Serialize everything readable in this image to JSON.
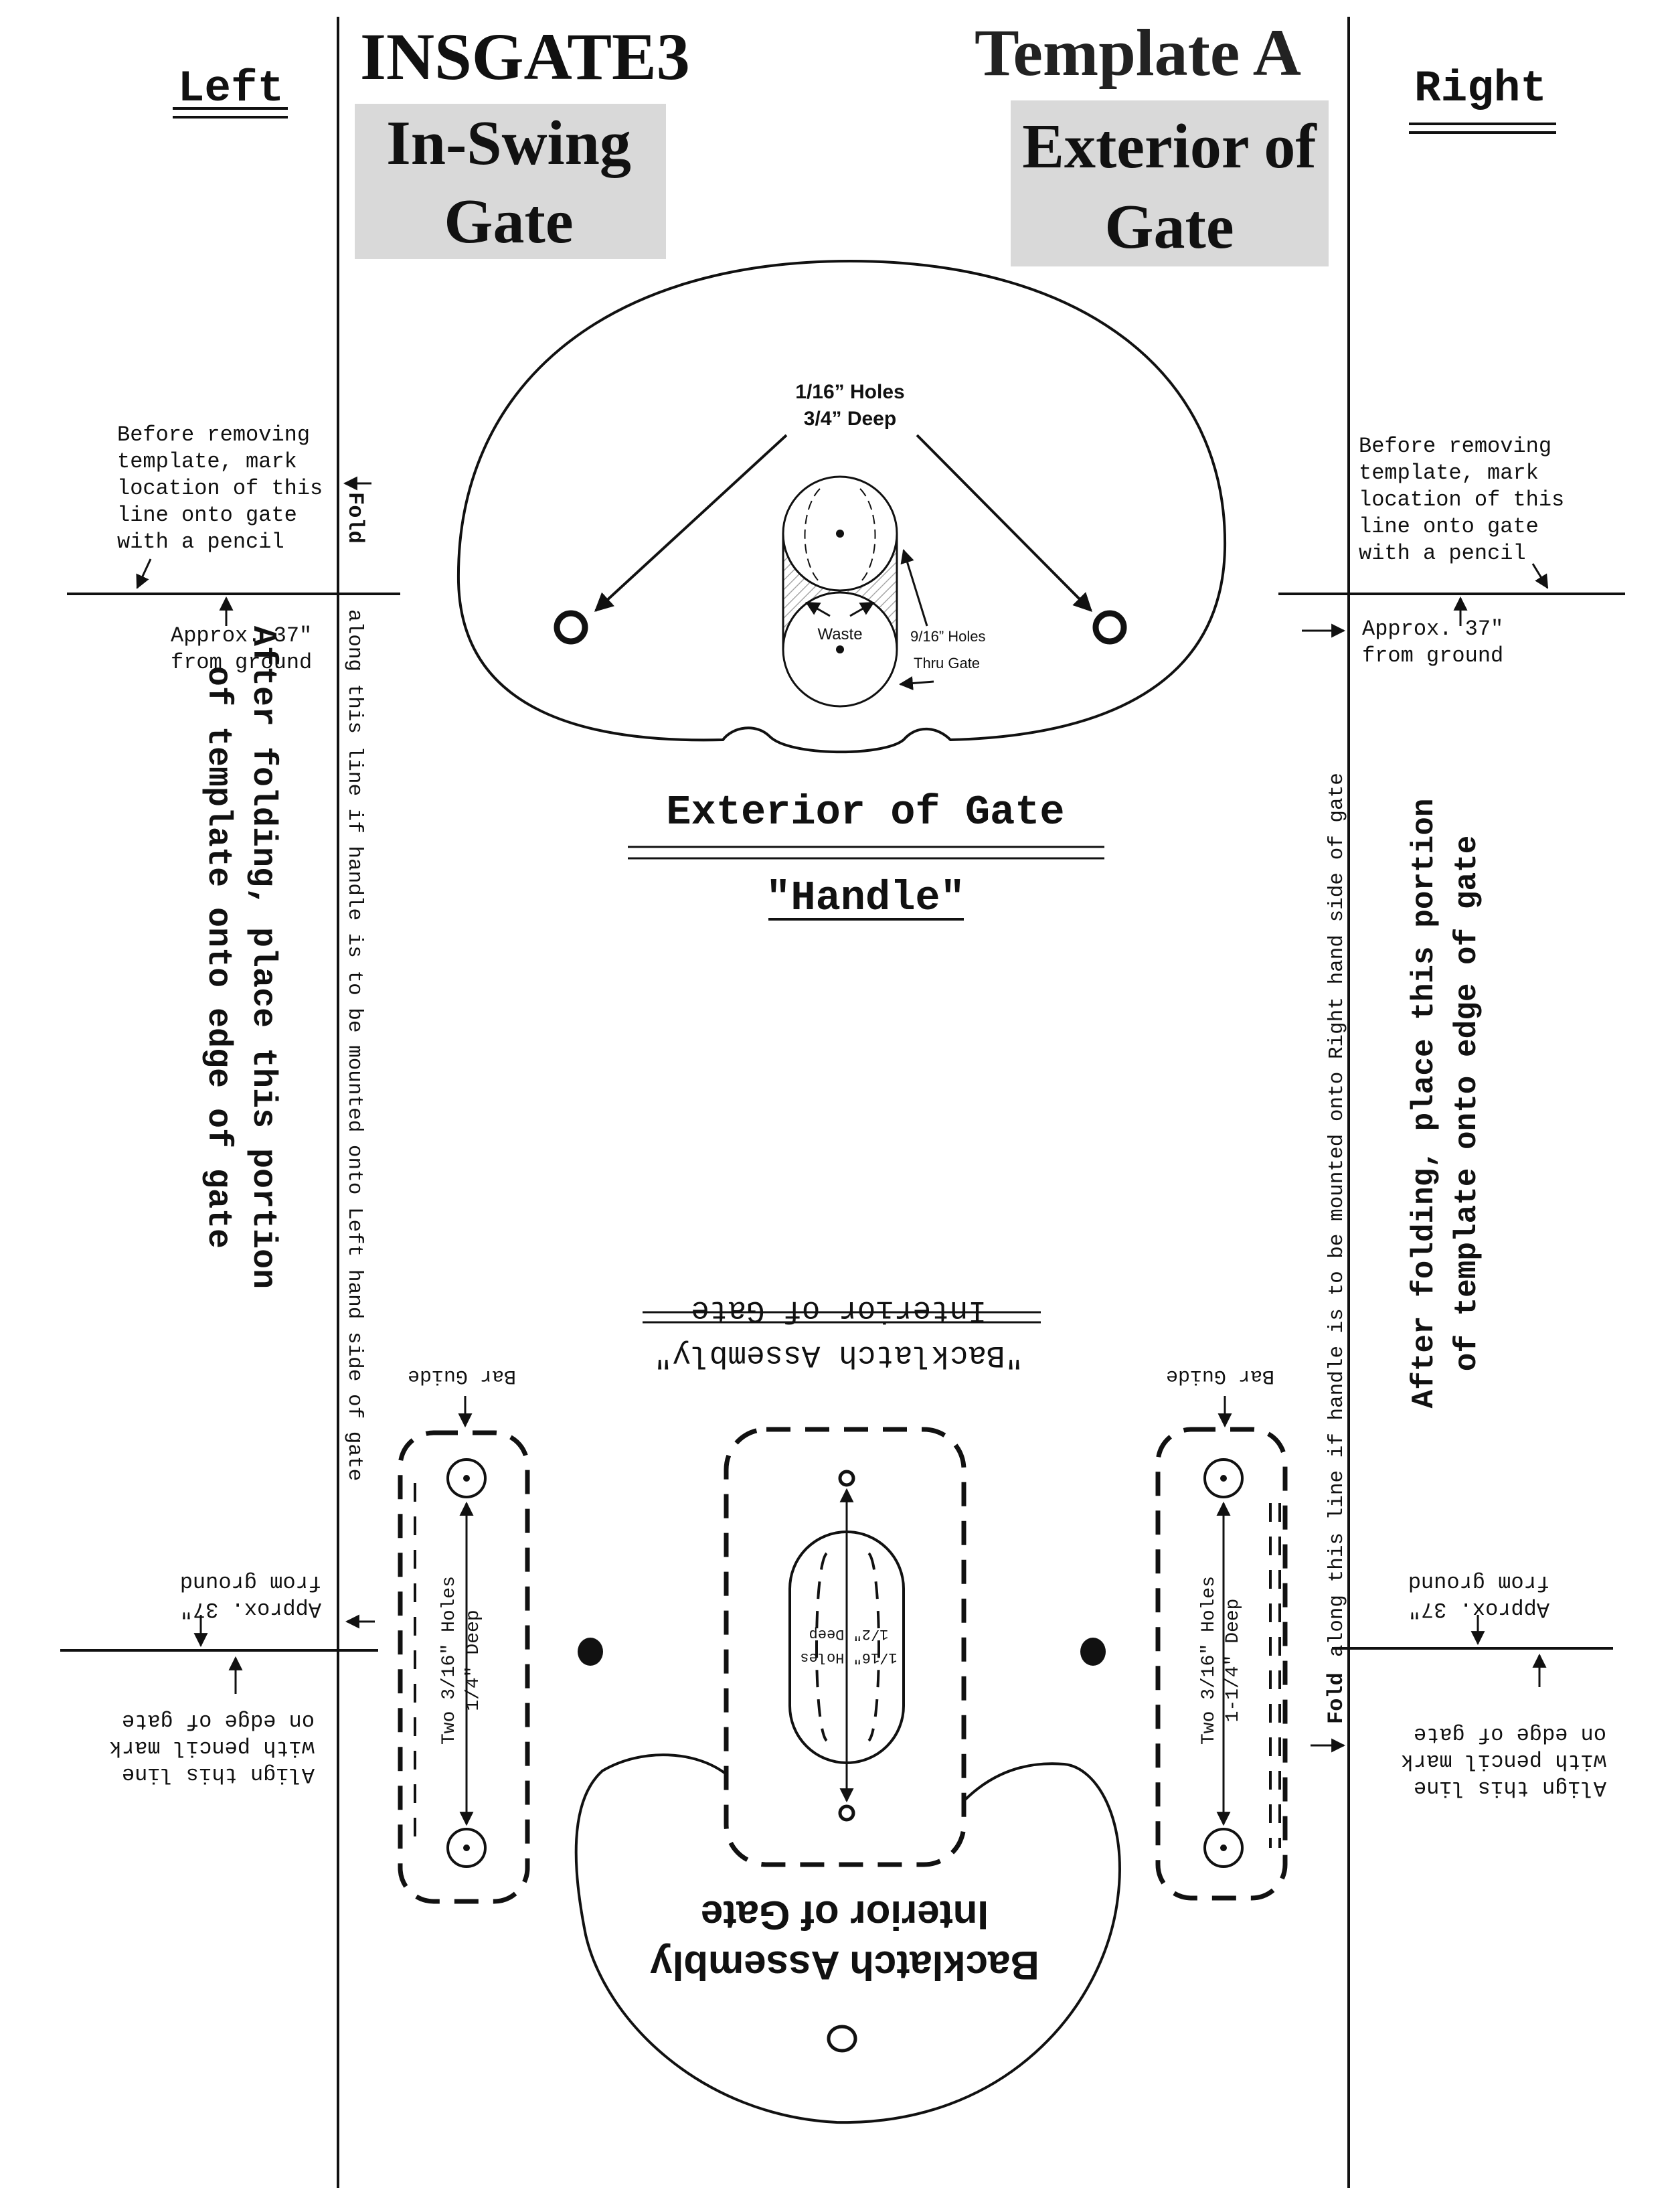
{
  "header": {
    "left_label": "Left",
    "right_label": "Right",
    "model": "INSGATE3",
    "template": "Template A",
    "inswing_line1": "In-Swing",
    "inswing_line2": "Gate",
    "exterior_line1": "Exterior of",
    "exterior_line2": "Gate"
  },
  "colors": {
    "ink": "#111111",
    "label_box": "#d9d9d9",
    "hatch": "#6e6e6e"
  },
  "left_panel": {
    "mark_note": [
      "Before removing",
      "template, mark",
      "location of this",
      "line onto gate",
      "with a pencil"
    ],
    "approx": [
      "Approx. 37\"",
      "from ground"
    ],
    "place_portion": [
      "After folding, place this portion",
      "of template onto edge of gate"
    ],
    "approx_inverted": [
      "Approx. 37\"",
      "from ground"
    ],
    "align_inverted": [
      "Align this line",
      "with pencil mark",
      "on edge of gate"
    ],
    "fold_word": "Fold",
    "fold_text": "along this line if handle is to be mounted onto Left hand side of gate"
  },
  "right_panel": {
    "mark_note": [
      "Before removing",
      "template, mark",
      "location of this",
      "line onto gate",
      "with a pencil"
    ],
    "approx": [
      "Approx. 37\"",
      "from ground"
    ],
    "place_portion": [
      "After folding, place this portion",
      "of template onto edge of gate"
    ],
    "approx_inverted": [
      "Approx. 37\"",
      "from ground"
    ],
    "align_inverted": [
      "Align this line",
      "with pencil mark",
      "on edge of gate"
    ],
    "fold_word": "Fold",
    "fold_text": "along this line if handle is to be mounted onto Right hand side of gate"
  },
  "handle": {
    "holes_label": [
      "1/16” Holes",
      "3/4” Deep"
    ],
    "waste_label": "Waste",
    "thru_label": [
      "9/16” Holes",
      "Thru Gate"
    ],
    "exterior_title": "Exterior of Gate",
    "handle_title": "\"Handle\""
  },
  "backlatch": {
    "interior_title": "Interior of Gate",
    "assembly_title": "\"Backlatch Assembly\"",
    "holes_label": [
      "1/16\" Holes",
      "1/2\" Deep"
    ],
    "left_guide_label": "Bar Guide",
    "right_guide_label": "Bar Guide",
    "left_guide_holes": [
      "Two 3/16\" Holes",
      "1/4\" Deep"
    ],
    "right_guide_holes": [
      "Two 3/16\" Holes",
      "1-1/4\" Deep"
    ],
    "assembly_bold": "Backlatch Assembly",
    "interior_bold": "Interior of Gate"
  }
}
